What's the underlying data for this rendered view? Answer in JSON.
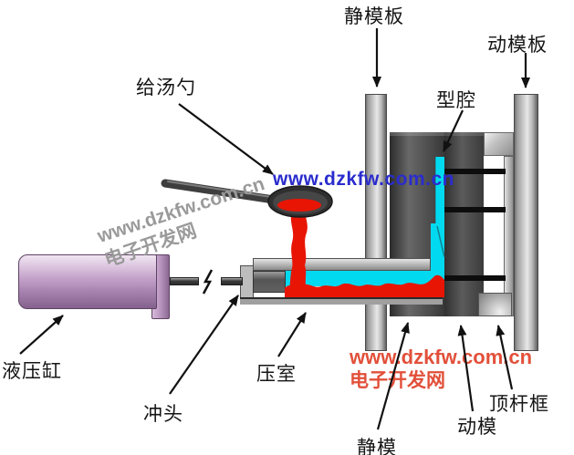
{
  "labels": {
    "ladle": "给汤勺",
    "static_platen": "静模板",
    "movable_platen": "动模板",
    "cavity": "型腔",
    "hydraulic_cylinder": "液压缸",
    "punch": "冲头",
    "shot_chamber": "压室",
    "static_mold": "静模",
    "movable_mold": "动模",
    "ejector_frame": "顶杆框"
  },
  "watermarks": {
    "center_blue_url": "www.dzkfw.com.cn",
    "diagonal_gray_url": "www.dzkfw.com.cn",
    "diagonal_gray_site": "电子开发网",
    "bottom_red_url": "www.dzkfw.com.cn",
    "bottom_red_site": "电子开发网"
  },
  "colors": {
    "molten_metal_red": "#e81505",
    "liquid_cyan": "#00d9ef",
    "cylinder_lavender": "#c2a0c8",
    "watermark_blue": "#2a2ccd",
    "watermark_red": "#e2503a",
    "watermark_gray": "#9a9a9a"
  }
}
